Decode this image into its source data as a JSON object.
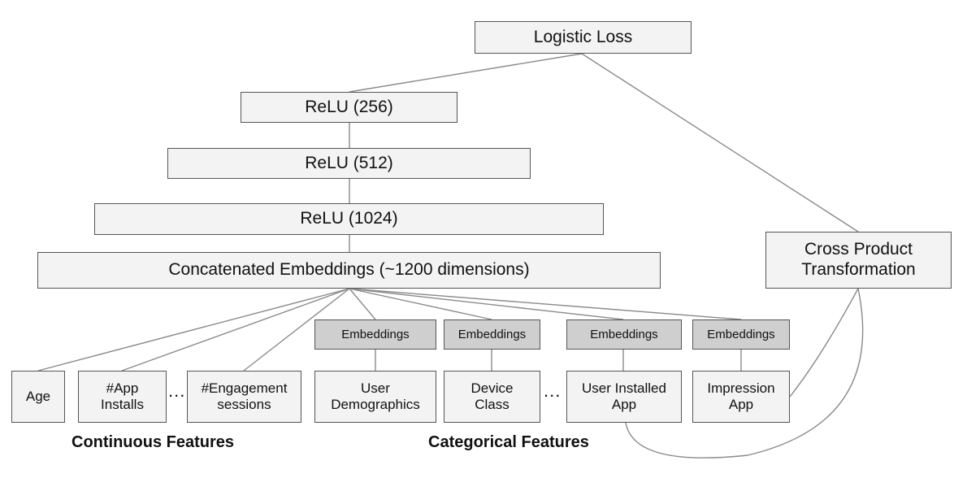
{
  "nodes": {
    "logistic_loss": "Logistic Loss",
    "relu_256": "ReLU (256)",
    "relu_512": "ReLU (512)",
    "relu_1024": "ReLU (1024)",
    "concat": "Concatenated Embeddings (~1200 dimensions)",
    "cross_product": "Cross Product\nTransformation"
  },
  "embeddings": [
    "Embeddings",
    "Embeddings",
    "Embeddings",
    "Embeddings"
  ],
  "continuous_features": {
    "label": "Continuous Features",
    "items": [
      "Age",
      "#App\nInstalls",
      "#Engagement\nsessions"
    ],
    "ellipsis": "..."
  },
  "categorical_features": {
    "label": "Categorical Features",
    "items": [
      "User\nDemographics",
      "Device\nClass",
      "User Installed\nApp",
      "Impression\nApp"
    ],
    "ellipsis": "..."
  }
}
